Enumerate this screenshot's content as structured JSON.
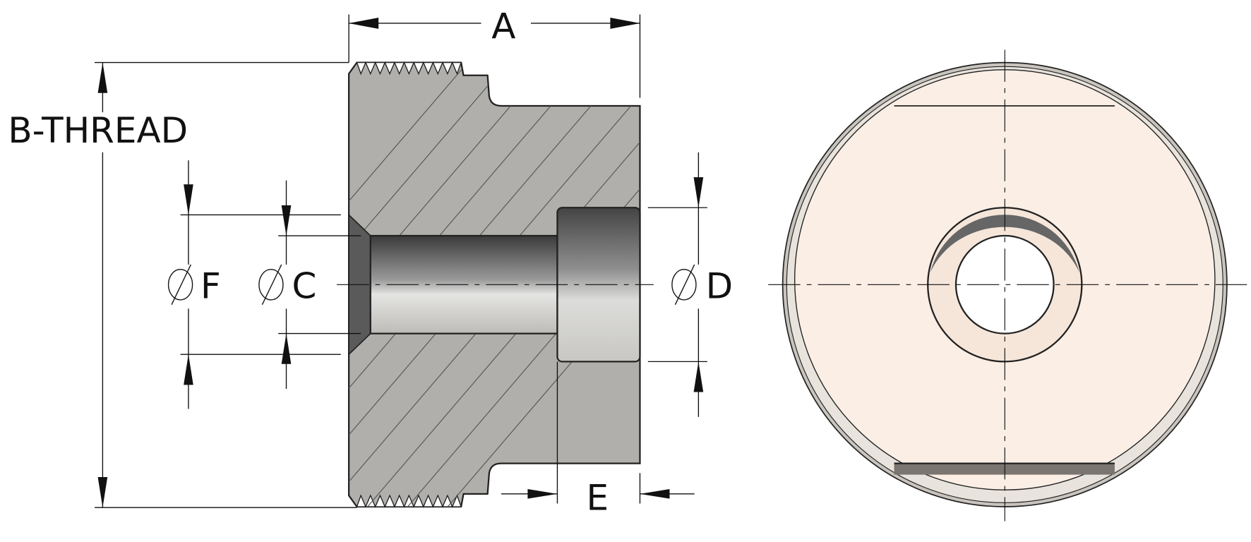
{
  "title": "Threaded plug cross-section and end view",
  "labels": {
    "a": "A",
    "b_thread": "B-THREAD",
    "c": "C",
    "d": "D",
    "e": "E",
    "f": "F"
  },
  "colors": {
    "section_fill": "#b0afab",
    "end_view_fill": "#fbeee5",
    "line": "#111111"
  }
}
